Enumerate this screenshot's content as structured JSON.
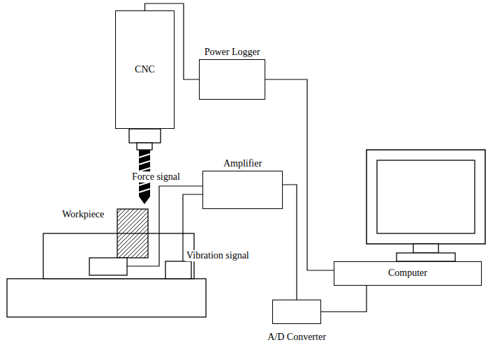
{
  "diagram": {
    "nodes": [
      {
        "text": [
          "CNC"
        ]
      },
      {
        "text": [
          "Power Logger"
        ]
      },
      {
        "text": [
          "Amplifier"
        ]
      },
      {
        "text": [
          "Computer"
        ]
      },
      {
        "text": [
          "A/D Converter"
        ]
      }
    ],
    "edges": [
      {
        "from": 0,
        "to": 1,
        "arrow": "none"
      },
      {
        "from": 1,
        "to": 3,
        "arrow": "none"
      },
      {
        "from": 2,
        "to": 4,
        "arrow": "none"
      },
      {
        "from": 4,
        "to": 3,
        "arrow": "none"
      }
    ],
    "labels": [
      "Force signal",
      "Vibration signal",
      "Workpiece"
    ]
  }
}
